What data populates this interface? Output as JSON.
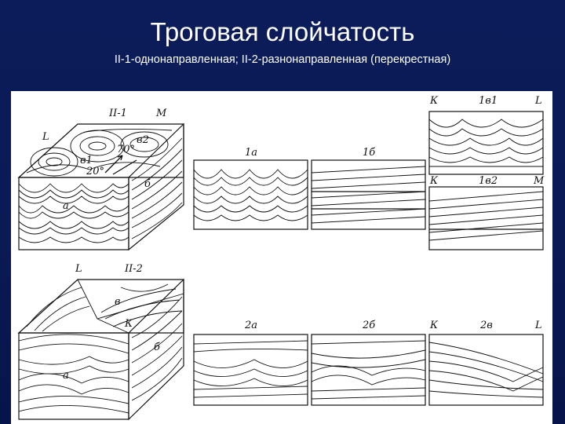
{
  "slide": {
    "title": "Троговая слойчатость",
    "subtitle": "II-1-однонаправленная; II-2-разнонаправленная (перекрестная)"
  },
  "figure": {
    "block1": {
      "header": "II-1",
      "corner_l": "L",
      "corner_m": "M",
      "label_a": "а",
      "label_b": "б",
      "label_v1": "в1",
      "label_v2": "в2",
      "angle_70": "70°",
      "angle_20": "20°"
    },
    "block2": {
      "header": "II-2",
      "corner_l": "L",
      "corner_k": "К",
      "label_a": "а",
      "label_b": "б",
      "label_v": "в"
    },
    "sections": {
      "s1a": "1а",
      "s1b": "1б",
      "s1v1": "1в1",
      "s1v1_k": "К",
      "s1v1_l": "L",
      "s1v2": "1в2",
      "s1v2_k": "К",
      "s1v2_m": "М",
      "s2a": "2а",
      "s2b": "2б",
      "s2v": "2в",
      "s2v_k": "К",
      "s2v_l": "L"
    }
  }
}
